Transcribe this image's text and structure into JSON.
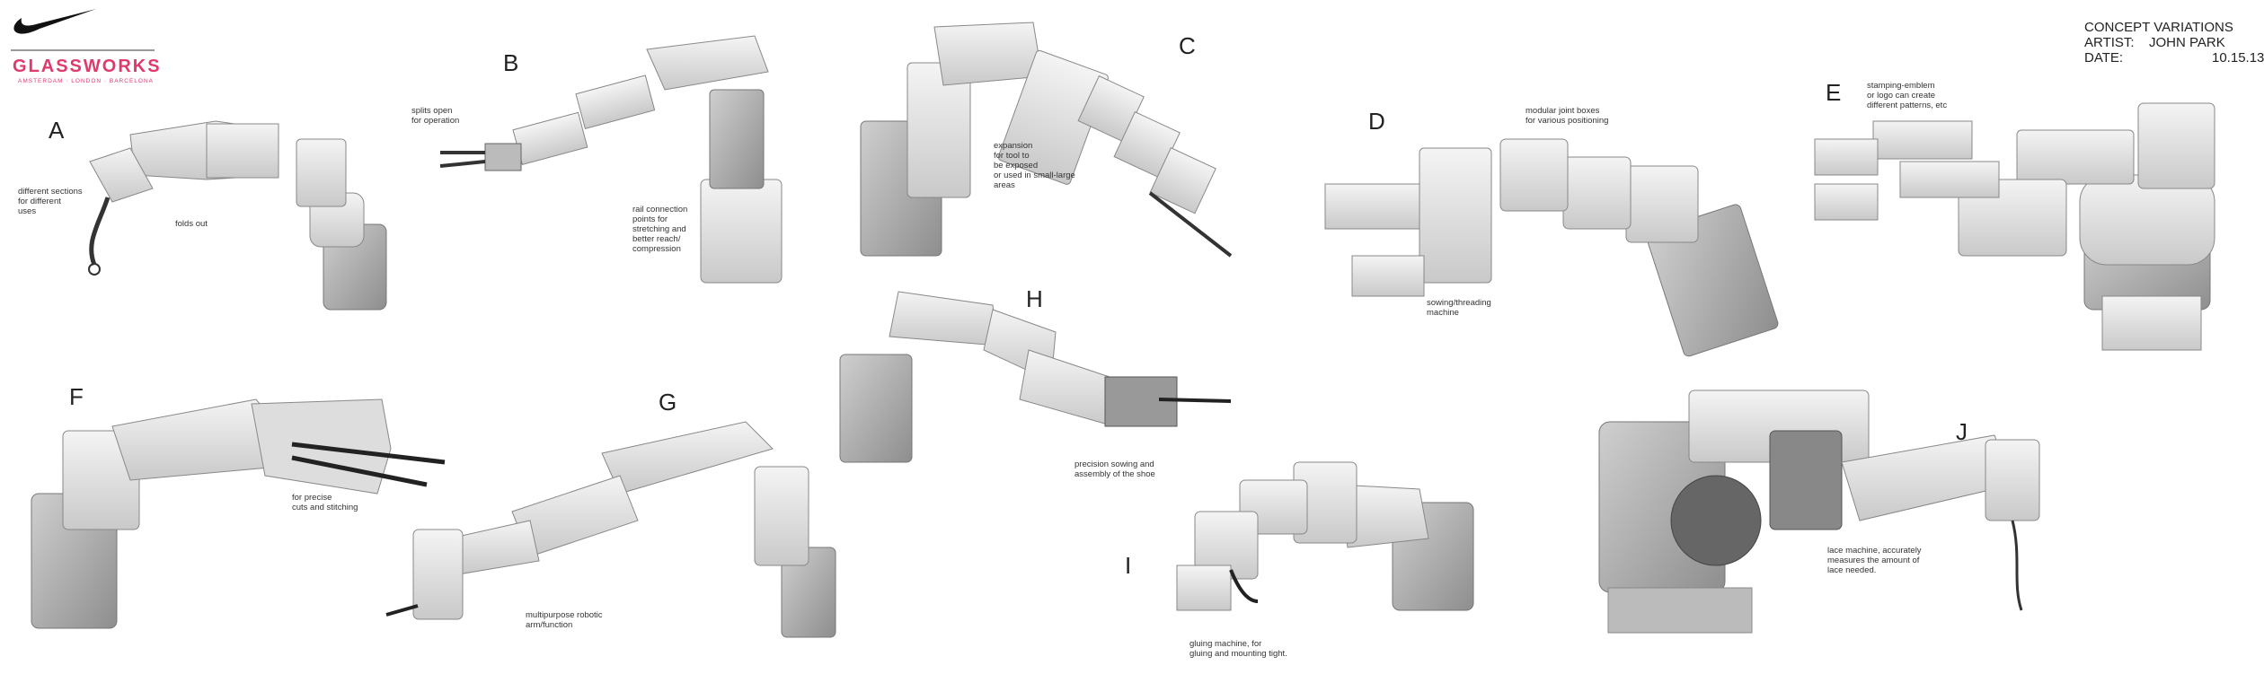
{
  "brand": {
    "name": "GLASSWORKS",
    "cities": "AMSTERDAM · LONDON · BARCELONA",
    "swoosh_color": "#111111",
    "accent_color": "#e03a6c"
  },
  "header": {
    "title": "CONCEPT VARIATIONS",
    "artist_label": "ARTIST:",
    "artist": "JOHN PARK",
    "date_label": "DATE:",
    "date": "10.15.13"
  },
  "variations": [
    {
      "id": "A",
      "notes": [
        "different sections\nfor different\nuses",
        "folds out"
      ]
    },
    {
      "id": "B",
      "notes": [
        "splits open\nfor operation",
        "rail connection\npoints for\nstretching and\nbetter reach/\ncompression"
      ]
    },
    {
      "id": "C",
      "notes": [
        "expansion\nfor tool to\nbe exposed\nor used in small-large\nareas"
      ]
    },
    {
      "id": "D",
      "notes": [
        "modular joint boxes\nfor various positioning",
        "sowing/threading\nmachine"
      ]
    },
    {
      "id": "E",
      "notes": [
        "stamping-emblem\nor logo can create\ndifferent patterns, etc"
      ]
    },
    {
      "id": "F",
      "notes": [
        "for precise\ncuts and stitching"
      ]
    },
    {
      "id": "G",
      "notes": [
        "multipurpose robotic\narm/function"
      ]
    },
    {
      "id": "H",
      "notes": [
        "precision sowing and\nassembly of the shoe"
      ]
    },
    {
      "id": "I",
      "notes": [
        "gluing machine, for\ngluing and mounting tight."
      ]
    },
    {
      "id": "J",
      "notes": [
        "lace machine, accurately\nmeasures the amount of\nlace needed."
      ]
    }
  ]
}
